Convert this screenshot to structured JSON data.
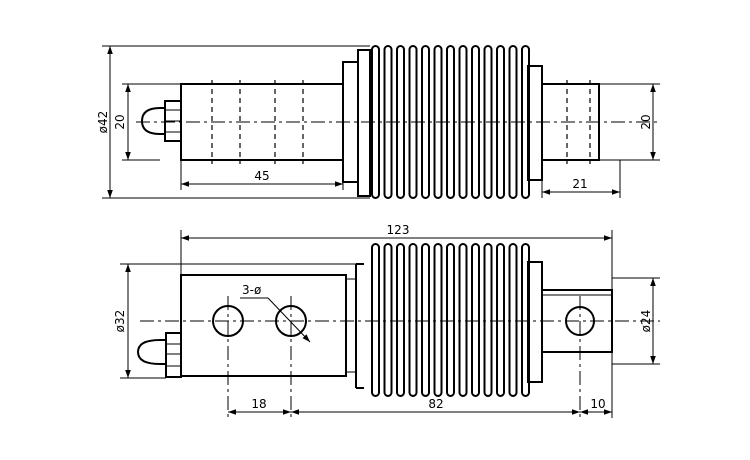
{
  "top_view": {
    "dim_dia42": "ø42",
    "dim_20_left": "20",
    "dim_20_right": "20",
    "dim_45": "45",
    "dim_21": "21"
  },
  "bottom_view": {
    "dim_123": "123",
    "dim_dia32": "ø32",
    "dim_dia24": "ø24",
    "dim_18": "18",
    "dim_82": "82",
    "dim_10": "10",
    "hole_callout": "3-ø"
  }
}
